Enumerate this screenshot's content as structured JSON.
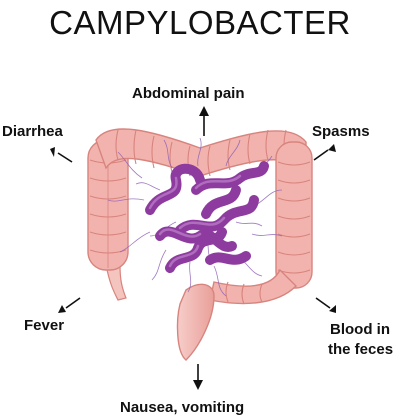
{
  "title": "CAMPYLOBACTER",
  "symptoms": {
    "abdominal_pain": "Abdominal pain",
    "diarrhea": "Diarrhea",
    "spasms": "Spasms",
    "fever": "Fever",
    "blood_line1": "Blood in",
    "blood_line2": "the feces",
    "nausea": "Nausea, vomiting"
  },
  "colors": {
    "intestine": "#f2b3ae",
    "intestine_outline": "#d8847e",
    "bacteria": "#8e3ba0",
    "flagella": "#8f62b8",
    "text": "#111111"
  }
}
